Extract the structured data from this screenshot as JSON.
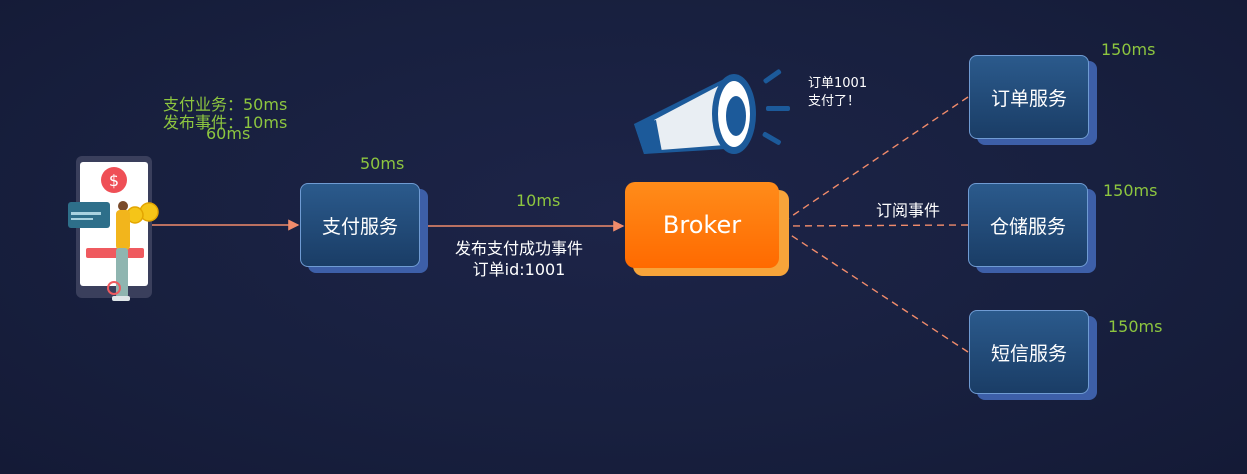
{
  "payment_note": {
    "line1": "支付业务：50ms",
    "line2": "发布事件：10ms",
    "line3": "60ms"
  },
  "services": {
    "payment": {
      "label": "支付服务",
      "latency": "50ms"
    },
    "order": {
      "label": "订单服务",
      "latency": "150ms"
    },
    "warehouse": {
      "label": "仓储服务",
      "latency": "150ms"
    },
    "sms": {
      "label": "短信服务",
      "latency": "150ms"
    }
  },
  "publish": {
    "latency": "10ms",
    "line1": "发布支付成功事件",
    "line2": "订单id:1001"
  },
  "broker": {
    "label": "Broker"
  },
  "announcement": {
    "line1": "订单1001",
    "line2": "支付了！"
  },
  "subscribe_label": "订阅事件",
  "colors": {
    "background": "#18203f",
    "latency_text": "#8dc63f",
    "broker": "#ff7a00",
    "service_box": "#1f4a78",
    "arrow": "#f08b6b"
  }
}
